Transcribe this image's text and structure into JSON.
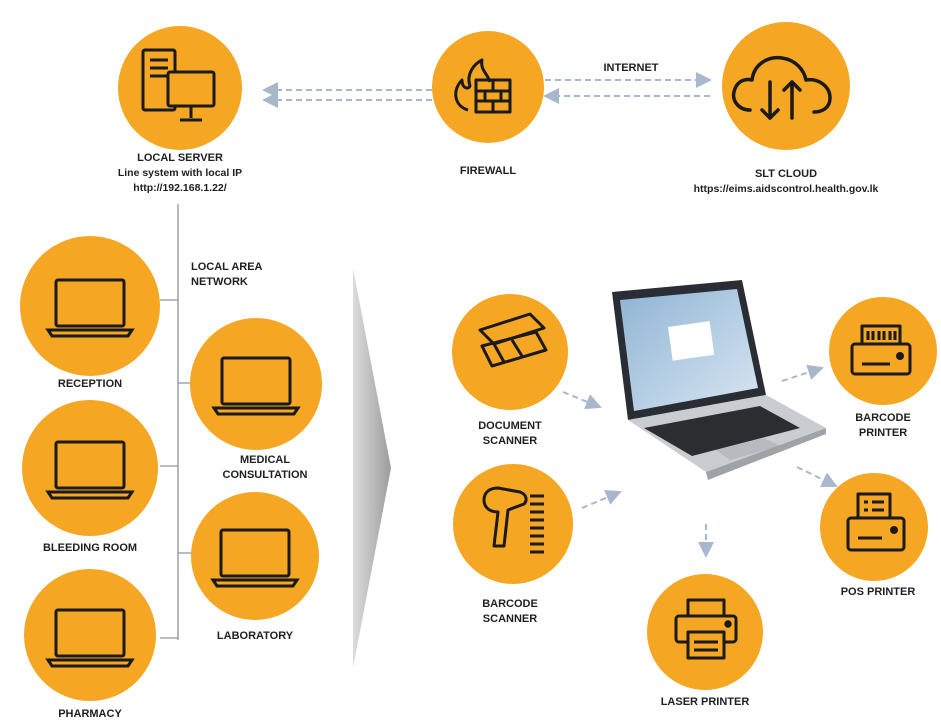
{
  "labels": {
    "local_server": "LOCAL SERVER",
    "local_server_line1": "Line system with local IP",
    "local_server_ip": "http://192.168.1.22/",
    "firewall": "FIREWALL",
    "internet": "INTERNET",
    "slt_cloud": "SLT CLOUD",
    "slt_cloud_url": "https://eims.aidscontrol.health.gov.lk",
    "lan_line1": "LOCAL AREA",
    "lan_line2": "NETWORK",
    "reception": "RECEPTION",
    "bleeding_room": "BLEEDING  ROOM",
    "pharmacy": "PHARMACY",
    "medical_line1": "MEDICAL",
    "medical_line2": "CONSULTATION",
    "laboratory": "LABORATORY",
    "document_scanner_line1": "DOCUMENT",
    "document_scanner_line2": "SCANNER",
    "barcode_scanner_line1": "BARCODE",
    "barcode_scanner_line2": "SCANNER",
    "barcode_printer_line1": "BARCODE",
    "barcode_printer_line2": "PRINTER",
    "pos_printer": "POS PRINTER",
    "laser_printer": "LASER PRINTER"
  },
  "icons": {
    "server": "server-monitor-icon",
    "firewall": "firewall-icon",
    "cloud": "cloud-sync-icon",
    "laptop": "laptop-icon",
    "document_scanner": "flatbed-scanner-icon",
    "barcode_scanner": "barcode-scanner-icon",
    "barcode_printer": "barcode-printer-icon",
    "pos_printer": "pos-printer-icon",
    "laser_printer": "laser-printer-icon"
  },
  "colors": {
    "node_fill": "#f5a623",
    "icon_stroke": "#1a1a1a",
    "connector": "#a9b7cc",
    "lan_line": "#8a96a6",
    "label_text": "#1f1f1f"
  }
}
